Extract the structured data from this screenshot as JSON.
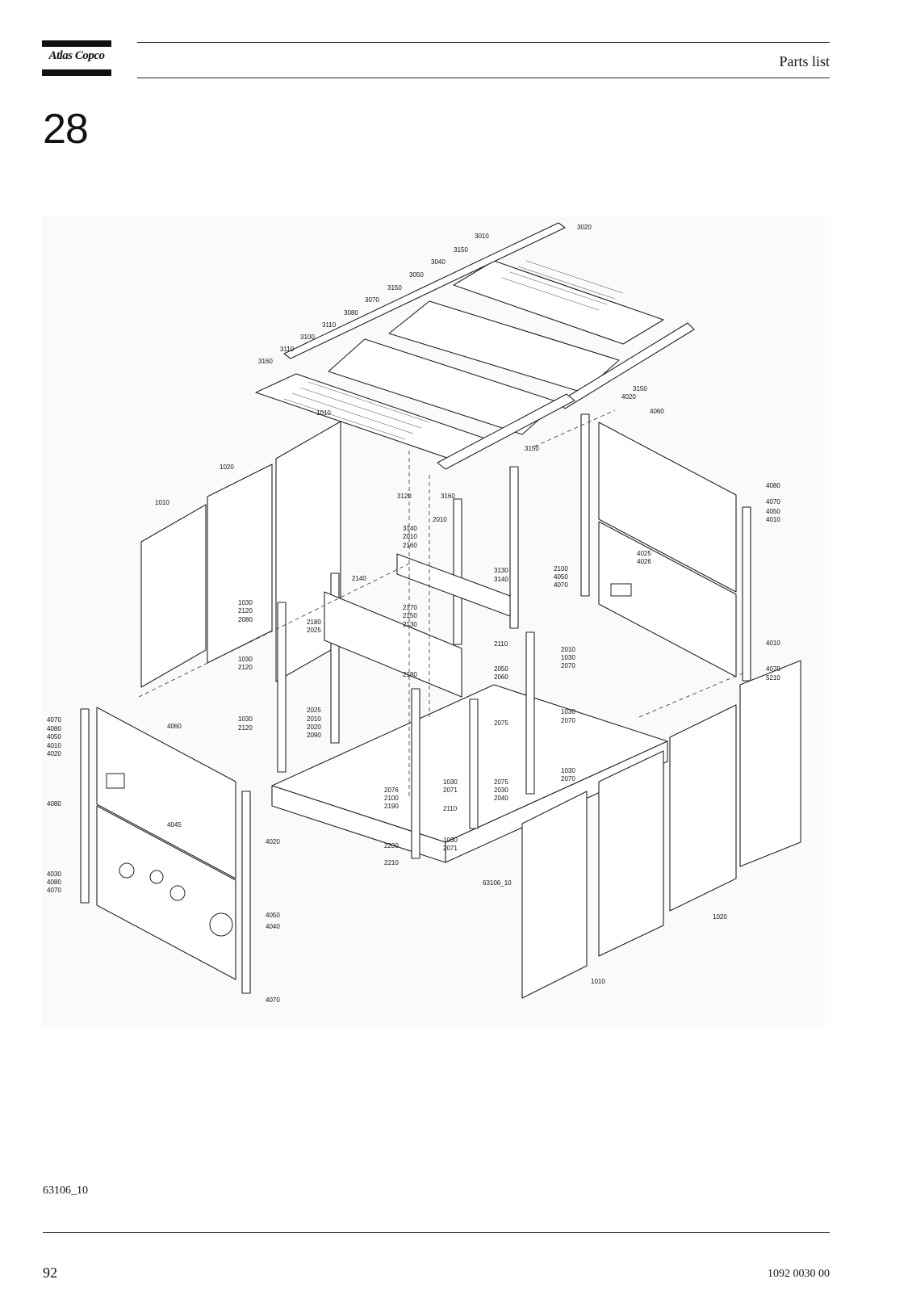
{
  "header": {
    "logo_text": "Atlas Copco",
    "title": "Parts list"
  },
  "section": {
    "number": "28"
  },
  "figure": {
    "caption": "63106_10",
    "inner_label": "63106_10",
    "callouts": [
      "3020",
      "3010",
      "3150",
      "3040",
      "3050",
      "3150",
      "3070",
      "3080",
      "3110",
      "3100",
      "3110",
      "3160",
      "3150",
      "4020",
      "4060",
      "1010",
      "3150",
      "1020",
      "1010",
      "3120",
      "3160",
      "4080",
      "4070",
      "4050",
      "4010",
      "3140",
      "2010",
      "2160",
      "2010",
      "2140",
      "3130",
      "3140",
      "2100",
      "4050",
      "4070",
      "4025",
      "4026",
      "1030",
      "2120",
      "2080",
      "2180",
      "2025",
      "2170",
      "2150",
      "2130",
      "2110",
      "2010",
      "1030",
      "2070",
      "4010",
      "1030",
      "2120",
      "2180",
      "2050",
      "2060",
      "4070",
      "5210",
      "4070",
      "4080",
      "4050",
      "4010",
      "4020",
      "4060",
      "1030",
      "2120",
      "2025",
      "2010",
      "2020",
      "2090",
      "2075",
      "1030",
      "2070",
      "1030",
      "2070",
      "4080",
      "4045",
      "4020",
      "2076",
      "2100",
      "2190",
      "1030",
      "2071",
      "2075",
      "2030",
      "2040",
      "2110",
      "2200",
      "2210",
      "1030",
      "2071",
      "63106_10",
      "4030",
      "4080",
      "4070",
      "4050",
      "4040",
      "1020",
      "1010",
      "4070"
    ]
  },
  "footer": {
    "figure_id": "63106_10",
    "page_number": "92",
    "doc_number": "1092 0030 00"
  }
}
